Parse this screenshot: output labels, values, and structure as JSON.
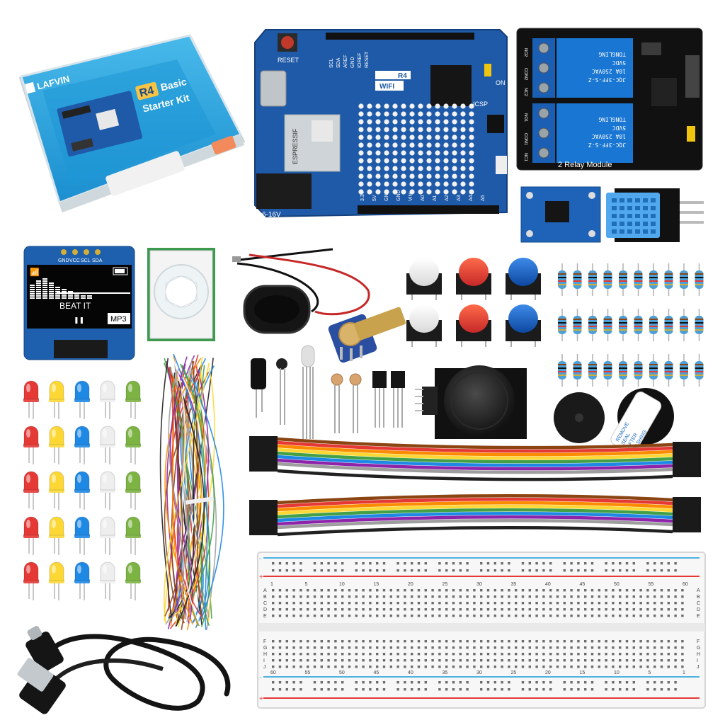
{
  "box": {
    "brand": "LAFVIN",
    "title_badge": "R4",
    "title_line1": "Basic",
    "title_line2": "Starter Kit"
  },
  "board": {
    "reset_label": "RESET",
    "model_badge": "R4",
    "wifi_badge": "WIFI",
    "icsp_label": "ICSP",
    "on_label": "ON",
    "voltage_label": "6-16V",
    "module_label": "ESPRESSIF",
    "header_labels": [
      "SCL",
      "SDA",
      "AREF",
      "GND",
      "IOREF",
      "RESET",
      "3.3V",
      "5V",
      "GND",
      "GND",
      "VIN",
      "A0",
      "A1",
      "A2",
      "A3",
      "A4",
      "A5"
    ]
  },
  "relay": {
    "module_label": "2 Relay Module",
    "relay_text_1": "JQC-3FF-S-Z",
    "relay_text_2": "10A 250VAC",
    "relay_text_3": "TONGLING",
    "relay_text_4": "5VDC",
    "terminal_labels": [
      "NO2",
      "COM2",
      "NC2",
      "NO1",
      "COM1",
      "NC1"
    ]
  },
  "oled": {
    "pin_labels": [
      "GND",
      "VCC",
      "SCL",
      "SDA"
    ],
    "song_text": "BEAT IT",
    "format_badge": "MP3",
    "pause_glyph": "❚❚"
  },
  "buzzer": {
    "sticker_text_1": "REMOVE",
    "sticker_text_2": "SEAL",
    "sticker_text_3": "AFTER",
    "sticker_text_4": "WASHING"
  },
  "breadboard": {
    "top_numbers": [
      "1",
      "5",
      "10",
      "15",
      "20",
      "25",
      "30",
      "35",
      "40",
      "45",
      "50",
      "55",
      "60"
    ],
    "bottom_numbers": [
      "60",
      "55",
      "50",
      "45",
      "40",
      "35",
      "30",
      "25",
      "20",
      "15",
      "10",
      "5",
      "1"
    ],
    "row_letters_top": [
      "A",
      "B",
      "C",
      "D",
      "E"
    ],
    "row_letters_bottom": [
      "F",
      "G",
      "H",
      "I",
      "J"
    ],
    "rail_plus": "+",
    "rail_minus": "-"
  },
  "colors": {
    "board_blue": "#1f5aa8",
    "box_blue": "#2aa7e0",
    "relay_blue": "#1565c0",
    "wire_rainbow": [
      "#8b4513",
      "#e53935",
      "#fb8c00",
      "#fdd835",
      "#43a047",
      "#1e88e5",
      "#8e24aa",
      "#9e9e9e",
      "#ffffff",
      "#212121"
    ],
    "led_colors": [
      "#e53935",
      "#fdd835",
      "#1e88e5",
      "#eeeeee",
      "#7cb342"
    ]
  }
}
